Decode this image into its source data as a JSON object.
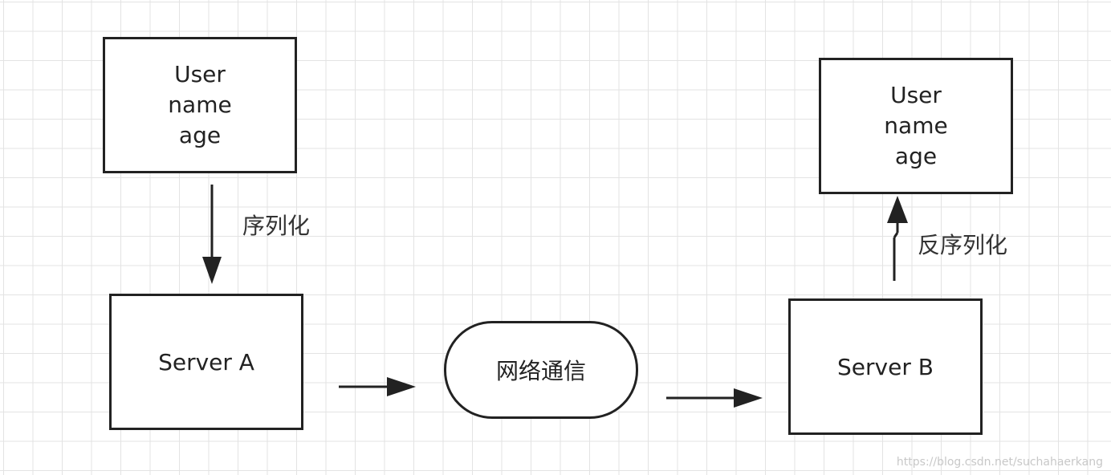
{
  "colors": {
    "stroke": "#222222",
    "grid": "#e3e3e3",
    "background": "#ffffff"
  },
  "nodes": {
    "user_left": {
      "lines": [
        "User",
        "name",
        "age"
      ]
    },
    "user_right": {
      "lines": [
        "User",
        "name",
        "age"
      ]
    },
    "server_a": {
      "label": "Server A"
    },
    "server_b": {
      "label": "Server B"
    },
    "network": {
      "label": "网络通信"
    }
  },
  "edges": {
    "serialize": {
      "label": "序列化"
    },
    "deserialize": {
      "label": "反序列化"
    }
  },
  "watermark": {
    "text": "https://blog.csdn.net/suchahaerkang"
  }
}
